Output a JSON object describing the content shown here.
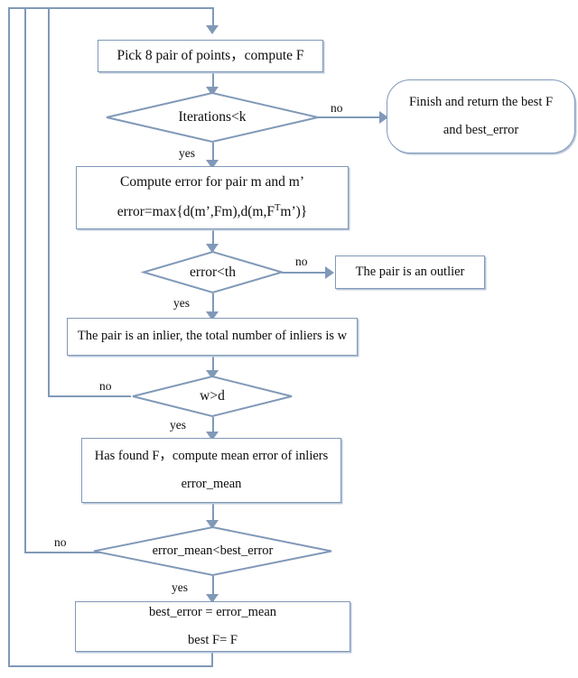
{
  "diagram": {
    "type": "flowchart",
    "title": "RANSAC fundamental matrix estimation flowchart",
    "colors": {
      "line": "#8099b8",
      "shadow": "#b9c7da",
      "text": "#0d0d0d",
      "background": "#ffffff"
    }
  },
  "nodes": {
    "pick": {
      "shape": "process",
      "line1": "Pick 8 pair of points，compute F"
    },
    "iterations": {
      "shape": "decision",
      "label": "Iterations<k"
    },
    "finish": {
      "shape": "terminator",
      "line1": "Finish and return the best F",
      "line2": "and best_error"
    },
    "compute_error": {
      "shape": "process",
      "line1": "Compute error for pair m and m’",
      "line2_pre": "error=max{d(m’,Fm),d(m,F",
      "line2_sup": "T",
      "line2_post": "m’)}"
    },
    "error_th": {
      "shape": "decision",
      "label": "error<th"
    },
    "outlier": {
      "shape": "process",
      "line1": "The pair is an outlier"
    },
    "inlier": {
      "shape": "process",
      "line1": "The pair is an inlier, the total number of inliers is w"
    },
    "w_d": {
      "shape": "decision",
      "label": "w>d"
    },
    "found_f": {
      "shape": "process",
      "line1": "Has found F，compute mean error of inliers",
      "line2": "error_mean"
    },
    "error_mean_best": {
      "shape": "decision",
      "label": "error_mean<best_error"
    },
    "assign_best": {
      "shape": "process",
      "line1": "best_error = error_mean",
      "line2": "best  F= F"
    }
  },
  "edge_labels": {
    "iterations_no": "no",
    "iterations_yes": "yes",
    "error_th_no": "no",
    "error_th_yes": "yes",
    "w_d_no": "no",
    "w_d_yes": "yes",
    "error_mean_no": "no",
    "error_mean_yes": "yes"
  }
}
